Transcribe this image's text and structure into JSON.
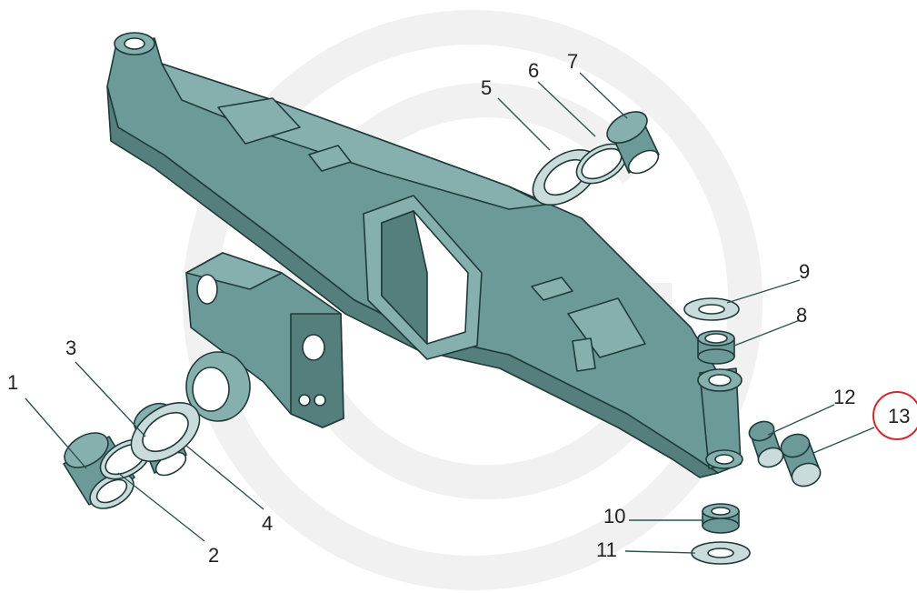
{
  "diagram": {
    "watermark": "GT",
    "highlight_color": "#d2282e",
    "highlighted_part": "13",
    "parts": [
      {
        "id": "p1",
        "label": "1"
      },
      {
        "id": "p2",
        "label": "2"
      },
      {
        "id": "p3",
        "label": "3"
      },
      {
        "id": "p4",
        "label": "4"
      },
      {
        "id": "p5",
        "label": "5"
      },
      {
        "id": "p6",
        "label": "6"
      },
      {
        "id": "p7",
        "label": "7"
      },
      {
        "id": "p8",
        "label": "8"
      },
      {
        "id": "p9",
        "label": "9"
      },
      {
        "id": "p10",
        "label": "10"
      },
      {
        "id": "p11",
        "label": "11"
      },
      {
        "id": "p12",
        "label": "12"
      },
      {
        "id": "p13",
        "label": "13"
      }
    ],
    "colors": {
      "metal": "#6b9a98",
      "outline": "#1f3a39",
      "ring": "#c9dcdb"
    }
  }
}
